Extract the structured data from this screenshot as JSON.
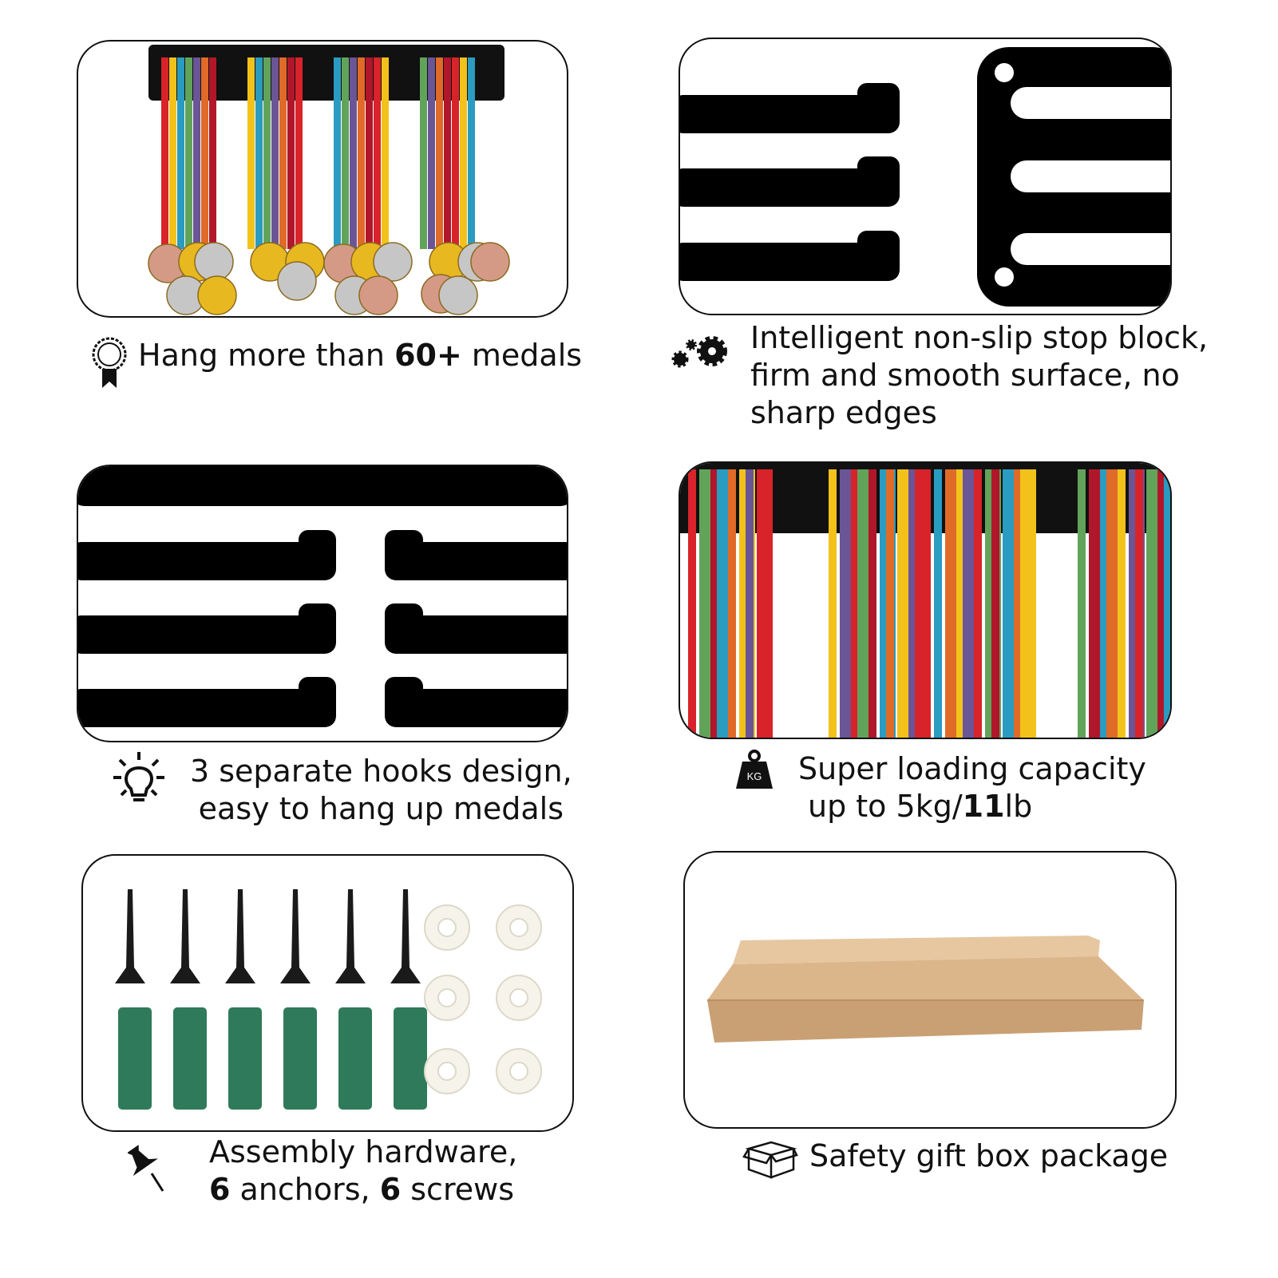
{
  "features": [
    {
      "id": "capacity",
      "icon": "medal-ribbon-icon",
      "text_before": "Hang more than ",
      "bold": "60+",
      "text_after": " medals"
    },
    {
      "id": "stop-block",
      "icon": "gears-icon",
      "lines": [
        "Intelligent non-slip stop block,",
        "firm and smooth surface, no",
        "sharp edges"
      ]
    },
    {
      "id": "hooks",
      "icon": "lightbulb-icon",
      "lines": [
        "3 separate hooks design,",
        "easy to hang up medals"
      ]
    },
    {
      "id": "load",
      "icon": "kg-weight-icon",
      "weight_label": "KG",
      "line1": "Super loading capacity",
      "line2_before": "up to 5kg/",
      "line2_bold": "11",
      "line2_after": "lb"
    },
    {
      "id": "hardware",
      "icon": "pushpin-icon",
      "line1": "Assembly hardware,",
      "count1": "6",
      "mid": " anchors, ",
      "count2": "6",
      "end": " screws"
    },
    {
      "id": "package",
      "icon": "box-icon",
      "text": "Safety gift box package"
    }
  ],
  "colors": {
    "ribbons": [
      "#d8232a",
      "#f2c21b",
      "#2a9bc1",
      "#62a35a",
      "#6a5597",
      "#e06a28",
      "#b0172b"
    ],
    "anchor": "#2f7a5a",
    "box": "#d8b48c"
  }
}
